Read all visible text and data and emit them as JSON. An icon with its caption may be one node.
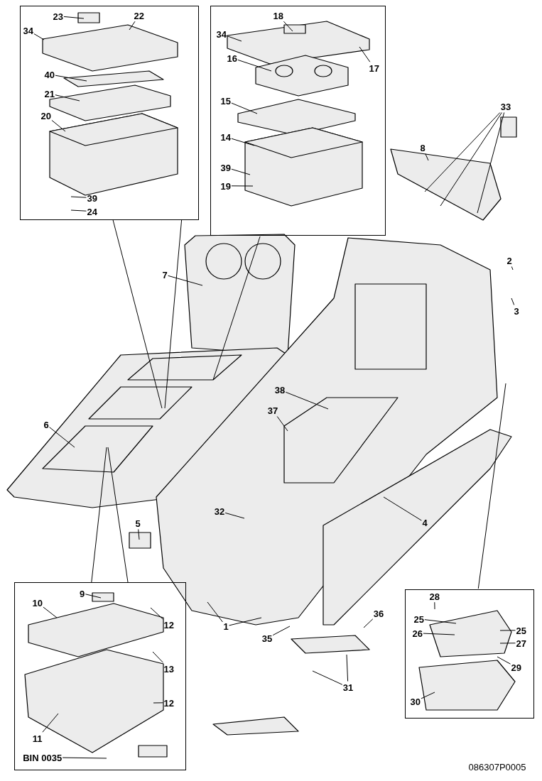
{
  "diagram": {
    "nodes": [
      {
        "text": [],
        "shape": "box"
      },
      {
        "text": [
          "23"
        ],
        "in": 0
      },
      {
        "text": [
          "22"
        ],
        "in": 0
      },
      {
        "text": [
          "34"
        ],
        "in": 0
      },
      {
        "text": [
          "40"
        ],
        "in": 0
      },
      {
        "text": [
          "21"
        ],
        "in": 0
      },
      {
        "text": [
          "20"
        ],
        "in": 0
      },
      {
        "text": [
          "39"
        ],
        "in": 0
      },
      {
        "text": [
          "24"
        ],
        "in": 0
      },
      {
        "text": [],
        "shape": "box"
      },
      {
        "text": [
          "34"
        ],
        "in": 9
      },
      {
        "text": [
          "18"
        ],
        "in": 9
      },
      {
        "text": [
          "17"
        ],
        "in": 9
      },
      {
        "text": [
          "16"
        ],
        "in": 9
      },
      {
        "text": [
          "15"
        ],
        "in": 9
      },
      {
        "text": [
          "14"
        ],
        "in": 9
      },
      {
        "text": [
          "39"
        ],
        "in": 9
      },
      {
        "text": [
          "19"
        ],
        "in": 9
      },
      {
        "text": [
          "33"
        ]
      },
      {
        "text": [
          "8"
        ]
      },
      {
        "text": [
          "2"
        ]
      },
      {
        "text": [
          "7"
        ]
      },
      {
        "text": [
          "3"
        ]
      },
      {
        "text": [
          "6"
        ]
      },
      {
        "text": [
          "38"
        ]
      },
      {
        "text": [
          "37"
        ]
      },
      {
        "text": [
          "32"
        ]
      },
      {
        "text": [
          "5"
        ]
      },
      {
        "text": [
          "4"
        ]
      },
      {
        "text": [],
        "shape": "box"
      },
      {
        "text": [
          "28"
        ],
        "in": 29
      },
      {
        "text": [
          "25"
        ],
        "in": 29
      },
      {
        "text": [
          "26"
        ],
        "in": 29
      },
      {
        "text": [
          "25"
        ],
        "in": 29
      },
      {
        "text": [
          "27"
        ],
        "in": 29
      },
      {
        "text": [
          "29"
        ],
        "in": 29
      },
      {
        "text": [
          "30"
        ],
        "in": 29
      },
      {
        "text": [
          "1"
        ]
      },
      {
        "text": [
          "35"
        ]
      },
      {
        "text": [
          "36"
        ]
      },
      {
        "text": [],
        "shape": "box"
      },
      {
        "text": [
          "9"
        ],
        "in": 40
      },
      {
        "text": [
          "10"
        ],
        "in": 40
      },
      {
        "text": [
          "12"
        ],
        "in": 40
      },
      {
        "text": [
          "13"
        ],
        "in": 40
      },
      {
        "text": [
          "11"
        ],
        "in": 40
      },
      {
        "text": [
          "12"
        ],
        "in": 40
      },
      {
        "text": [
          "BIN 0035"
        ],
        "in": 40
      },
      {
        "text": [
          "31"
        ]
      }
    ],
    "edges": [
      {
        "from": 1,
        "to": null,
        "arrow": "none"
      },
      {
        "from": 2,
        "to": null,
        "arrow": "none"
      },
      {
        "from": 3,
        "to": null,
        "arrow": "none"
      },
      {
        "from": 4,
        "to": null,
        "arrow": "none"
      },
      {
        "from": 5,
        "to": null,
        "arrow": "none"
      },
      {
        "from": 6,
        "to": null,
        "arrow": "none"
      },
      {
        "from": 7,
        "to": null,
        "arrow": "none"
      },
      {
        "from": 8,
        "to": null,
        "arrow": "none"
      },
      {
        "from": 10,
        "to": null,
        "arrow": "none"
      },
      {
        "from": 11,
        "to": null,
        "arrow": "none"
      },
      {
        "from": 12,
        "to": null,
        "arrow": "none"
      },
      {
        "from": 13,
        "to": null,
        "arrow": "none"
      },
      {
        "from": 14,
        "to": null,
        "arrow": "none"
      },
      {
        "from": 15,
        "to": null,
        "arrow": "none"
      },
      {
        "from": 16,
        "to": null,
        "arrow": "none"
      },
      {
        "from": 17,
        "to": null,
        "arrow": "none"
      },
      {
        "from": 18,
        "to": null,
        "arrow": "none"
      },
      {
        "from": 18,
        "to": null,
        "arrow": "none"
      },
      {
        "from": 18,
        "to": null,
        "arrow": "none"
      },
      {
        "from": 19,
        "to": null,
        "arrow": "none"
      },
      {
        "from": 20,
        "to": null,
        "arrow": "none"
      },
      {
        "from": 21,
        "to": null,
        "arrow": "none"
      },
      {
        "from": 22,
        "to": null,
        "arrow": "none"
      },
      {
        "from": 23,
        "to": null,
        "arrow": "none"
      },
      {
        "from": 24,
        "to": null,
        "arrow": "none"
      },
      {
        "from": 25,
        "to": null,
        "arrow": "none"
      },
      {
        "from": 26,
        "to": null,
        "arrow": "none"
      },
      {
        "from": 27,
        "to": null,
        "arrow": "none"
      },
      {
        "from": 28,
        "to": null,
        "arrow": "none"
      },
      {
        "from": 30,
        "to": null,
        "arrow": "none"
      },
      {
        "from": 31,
        "to": null,
        "arrow": "none"
      },
      {
        "from": 32,
        "to": null,
        "arrow": "none"
      },
      {
        "from": 33,
        "to": null,
        "arrow": "none"
      },
      {
        "from": 34,
        "to": null,
        "arrow": "none"
      },
      {
        "from": 35,
        "to": null,
        "arrow": "none"
      },
      {
        "from": 36,
        "to": null,
        "arrow": "none"
      },
      {
        "from": 37,
        "to": null,
        "arrow": "none"
      },
      {
        "from": 37,
        "to": null,
        "arrow": "none"
      },
      {
        "from": 38,
        "to": null,
        "arrow": "none"
      },
      {
        "from": 39,
        "to": null,
        "arrow": "none"
      },
      {
        "from": 41,
        "to": null,
        "arrow": "none"
      },
      {
        "from": 42,
        "to": null,
        "arrow": "none"
      },
      {
        "from": 43,
        "to": null,
        "arrow": "none"
      },
      {
        "from": 44,
        "to": null,
        "arrow": "none"
      },
      {
        "from": 45,
        "to": null,
        "arrow": "none"
      },
      {
        "from": 46,
        "to": null,
        "arrow": "none"
      },
      {
        "from": 47,
        "to": null,
        "arrow": "none"
      },
      {
        "from": 48,
        "to": null,
        "arrow": "none"
      },
      {
        "from": 48,
        "to": null,
        "arrow": "none"
      },
      {
        "from": 0,
        "to": null,
        "arrow": "none"
      },
      {
        "from": 0,
        "to": null,
        "arrow": "none"
      },
      {
        "from": 9,
        "to": null,
        "arrow": "none"
      },
      {
        "from": 40,
        "to": null,
        "arrow": "none"
      },
      {
        "from": 40,
        "to": null,
        "arrow": "none"
      },
      {
        "from": 29,
        "to": null,
        "arrow": "none"
      }
    ],
    "labels": [
      "086307P0005"
    ]
  }
}
